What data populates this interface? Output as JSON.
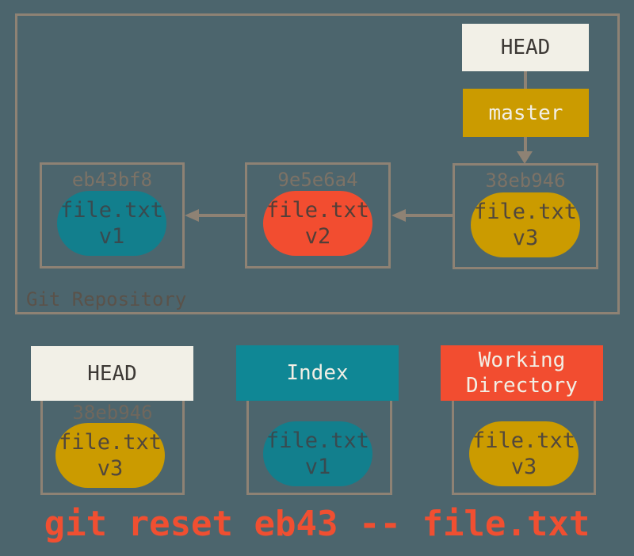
{
  "background": "#4c656d",
  "palette": {
    "border_gray": "#8e8274",
    "cream": "#f2f0e7",
    "gold": "#cb9b00",
    "teal_header": "#0f8795",
    "teal_blob": "#127f8d",
    "red": "#f24d30",
    "command_red": "#f04f31"
  },
  "repo": {
    "label": "Git Repository",
    "head": "HEAD",
    "branch": "master",
    "commits": [
      {
        "hash": "eb43bf8",
        "file": "file.txt",
        "version": "v1"
      },
      {
        "hash": "9e5e6a4",
        "file": "file.txt",
        "version": "v2"
      },
      {
        "hash": "38eb946",
        "file": "file.txt",
        "version": "v3"
      }
    ]
  },
  "areas": {
    "head": {
      "title": "HEAD",
      "hash": "38eb946",
      "file": "file.txt",
      "version": "v3"
    },
    "index": {
      "title": "Index",
      "file": "file.txt",
      "version": "v1"
    },
    "working_directory": {
      "title": "Working Directory",
      "file": "file.txt",
      "version": "v3"
    }
  },
  "command": "git reset eb43 -- file.txt"
}
